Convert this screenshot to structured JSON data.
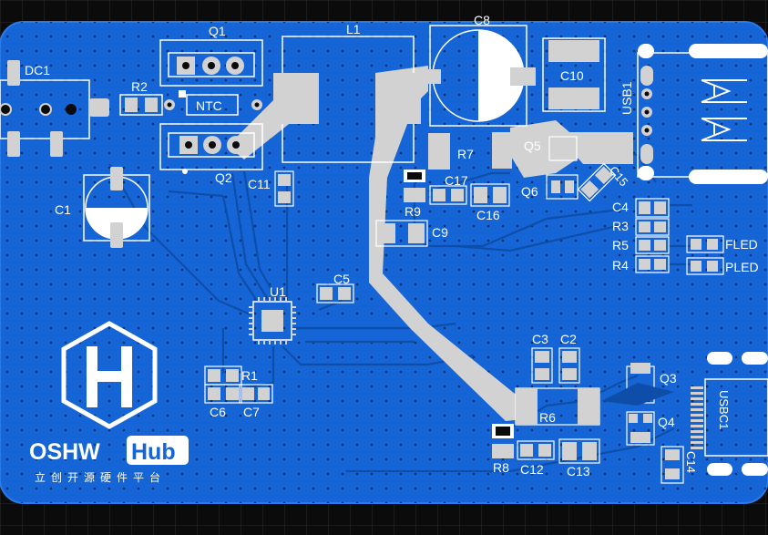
{
  "board": {
    "colors": {
      "background": "#0b0b0b",
      "grid": "#2c2c2c",
      "copper": "#1565d6",
      "copper_edge": "#2a7be8",
      "trace": "#0e4ea8",
      "silk": "#ffffff",
      "pad": "#d2d2d2",
      "via": "#0a2f6b"
    },
    "labels": {
      "dc1": "DC1",
      "r2": "R2",
      "q1": "Q1",
      "ntc": "NTC",
      "q2": "Q2",
      "l1": "L1",
      "c8": "C8",
      "c10": "C10",
      "usb1": "USB1",
      "r7": "R7",
      "c17": "C17",
      "c16": "C16",
      "r9": "R9",
      "c9": "C9",
      "q5": "Q5",
      "q6": "Q6",
      "c15": "C15",
      "c4": "C4",
      "r3": "R3",
      "r5": "R5",
      "r4": "R4",
      "fled": "FLED",
      "pled": "PLED",
      "c1": "C1",
      "c11": "C11",
      "u1": "U1",
      "c5": "C5",
      "c3": "C3",
      "c2": "C2",
      "r1": "R1",
      "c6": "C6",
      "c7": "C7",
      "q3": "Q3",
      "q4": "Q4",
      "usbc1": "USBC1",
      "r6": "R6",
      "r8": "R8",
      "c12": "C12",
      "c13": "C13",
      "c14": "C14"
    },
    "logo": {
      "icon": "oshwhub-hexagon-icon",
      "text_left": "OSHW",
      "text_right": "Hub",
      "subtitle": "立创开源硬件平台"
    }
  }
}
